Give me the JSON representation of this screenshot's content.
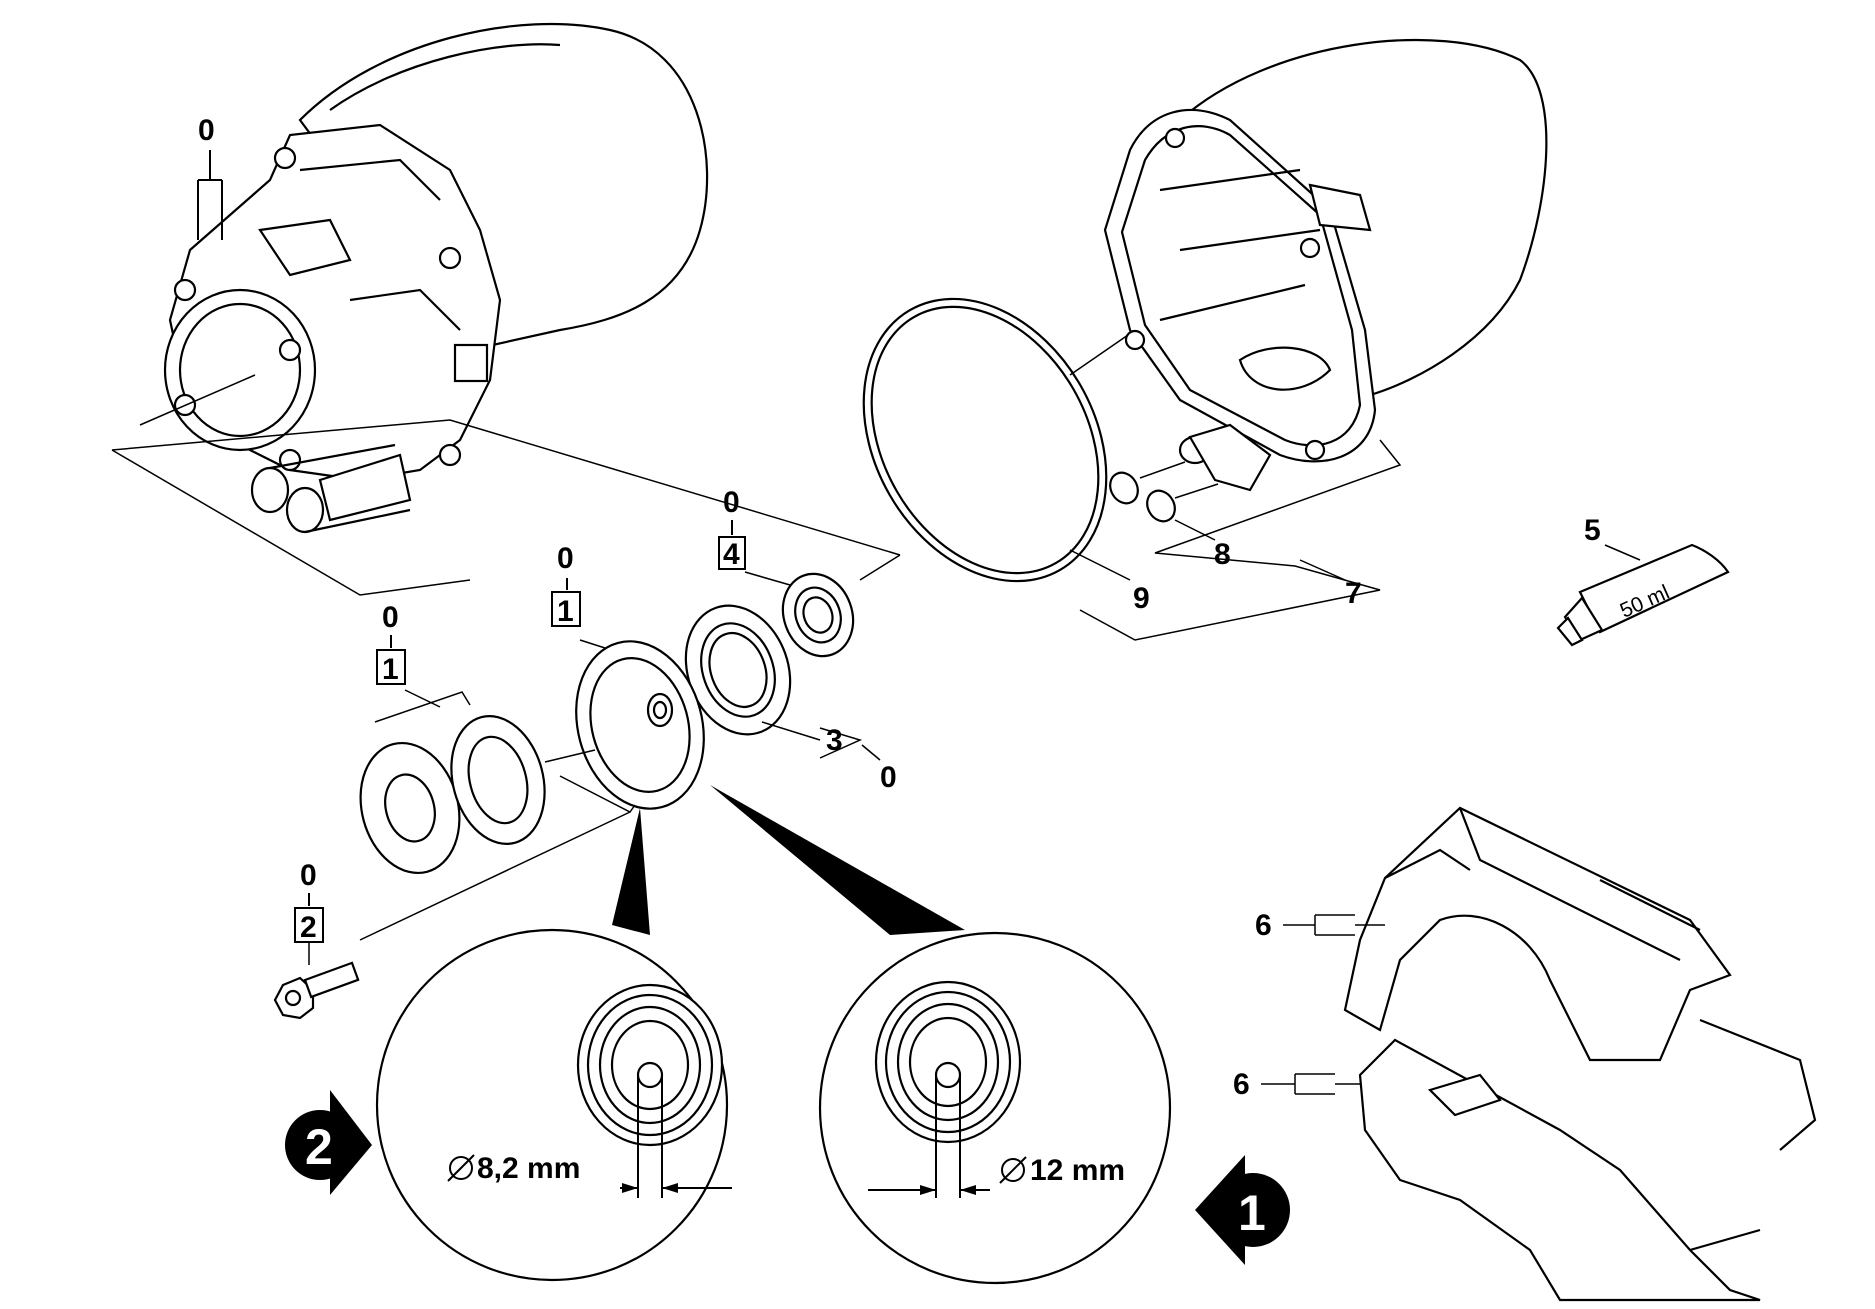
{
  "callouts": {
    "housing_ref": "0",
    "hub_ref": "0",
    "hub_sub": "1",
    "washer_ref": "0",
    "washer_sub": "1",
    "seal_ref": "0",
    "seal_sub": "4",
    "bearing_item": "3",
    "bearing_ref": "0",
    "screw_ref": "0",
    "screw_sub": "2",
    "grease_item": "5",
    "bracket_top_item": "6",
    "bracket_bottom_item": "6",
    "front_housing_item": "7",
    "oring_small_item": "8",
    "oring_large_item": "9"
  },
  "grease_tube": {
    "label": "50 ml"
  },
  "details": {
    "left": {
      "badge": "2",
      "dimension": "8,2 mm"
    },
    "right": {
      "badge": "1",
      "dimension": "12 mm"
    }
  }
}
